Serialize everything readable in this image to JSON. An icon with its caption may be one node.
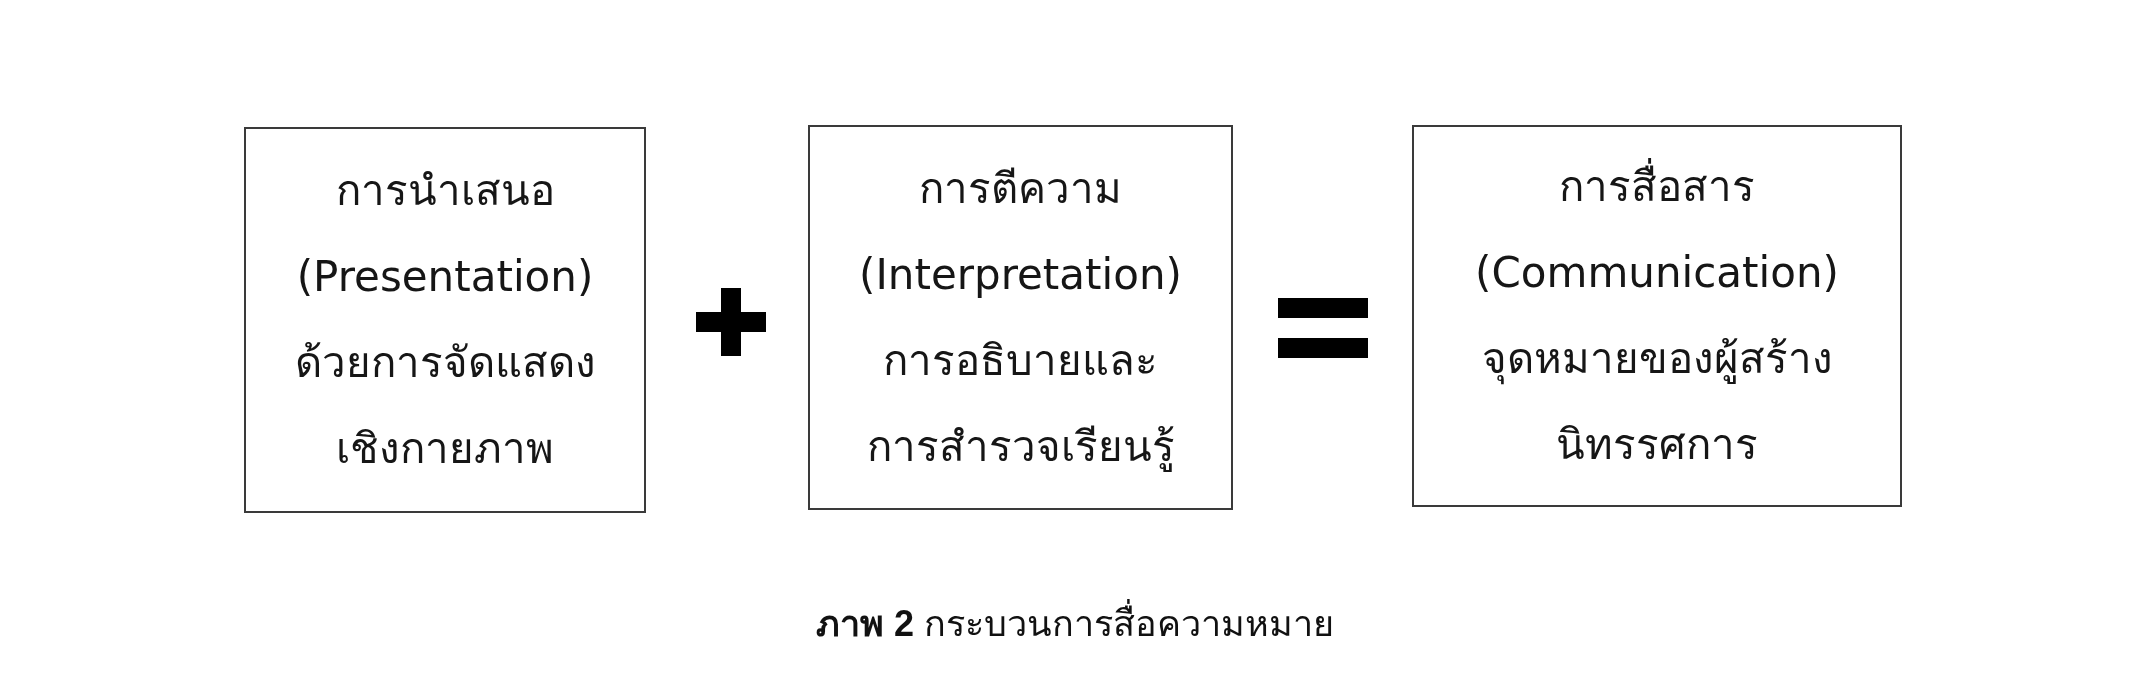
{
  "diagram": {
    "caption": "**ภาพ 2** กระบวนการสื่อความหมาย",
    "nodes": [
      {
        "text": [
          "การนำเสนอ",
          "(Presentation)",
          "ด้วยการจัดแสดงเชิงกายภาพ"
        ]
      },
      {
        "text": [
          "การตีความ",
          "(Interpretation)",
          "การอธิบายและการสำรวจเรียนรู้"
        ]
      },
      {
        "text": [
          "การสื่อสาร",
          "(Communication)",
          "จุดหมายของผู้สร้างนิทรรศการ"
        ]
      }
    ]
  }
}
